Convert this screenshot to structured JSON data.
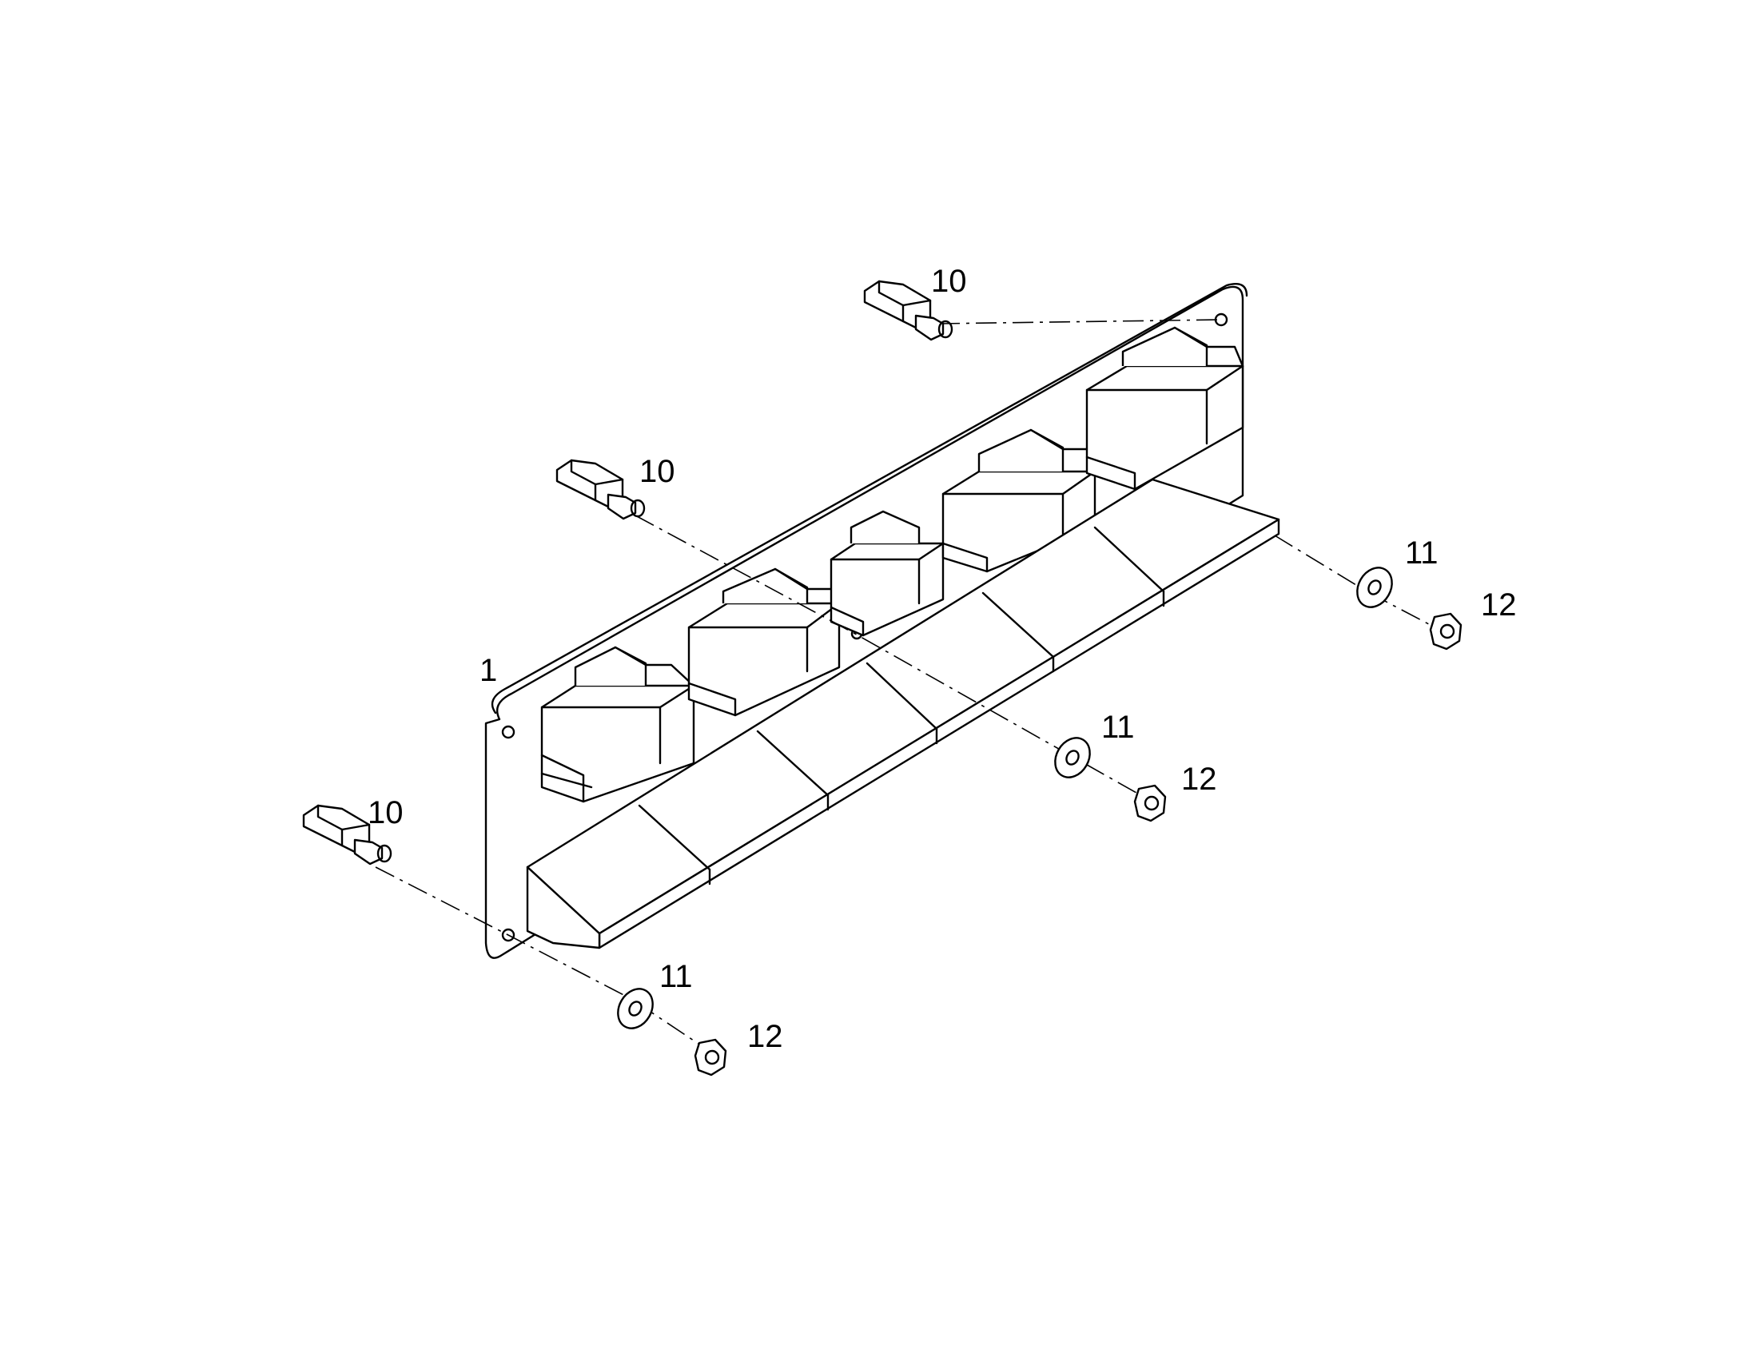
{
  "diagram": {
    "background": "#ffffff",
    "line_color": "#000000",
    "callouts": [
      {
        "id": "panel",
        "label": "1"
      },
      {
        "id": "standoff-top",
        "label": "10"
      },
      {
        "id": "standoff-middle",
        "label": "10"
      },
      {
        "id": "standoff-left",
        "label": "10"
      },
      {
        "id": "washer-right",
        "label": "11"
      },
      {
        "id": "washer-middle",
        "label": "11"
      },
      {
        "id": "washer-left",
        "label": "11"
      },
      {
        "id": "nut-right",
        "label": "12"
      },
      {
        "id": "nut-middle",
        "label": "12"
      },
      {
        "id": "nut-left",
        "label": "12"
      }
    ]
  }
}
